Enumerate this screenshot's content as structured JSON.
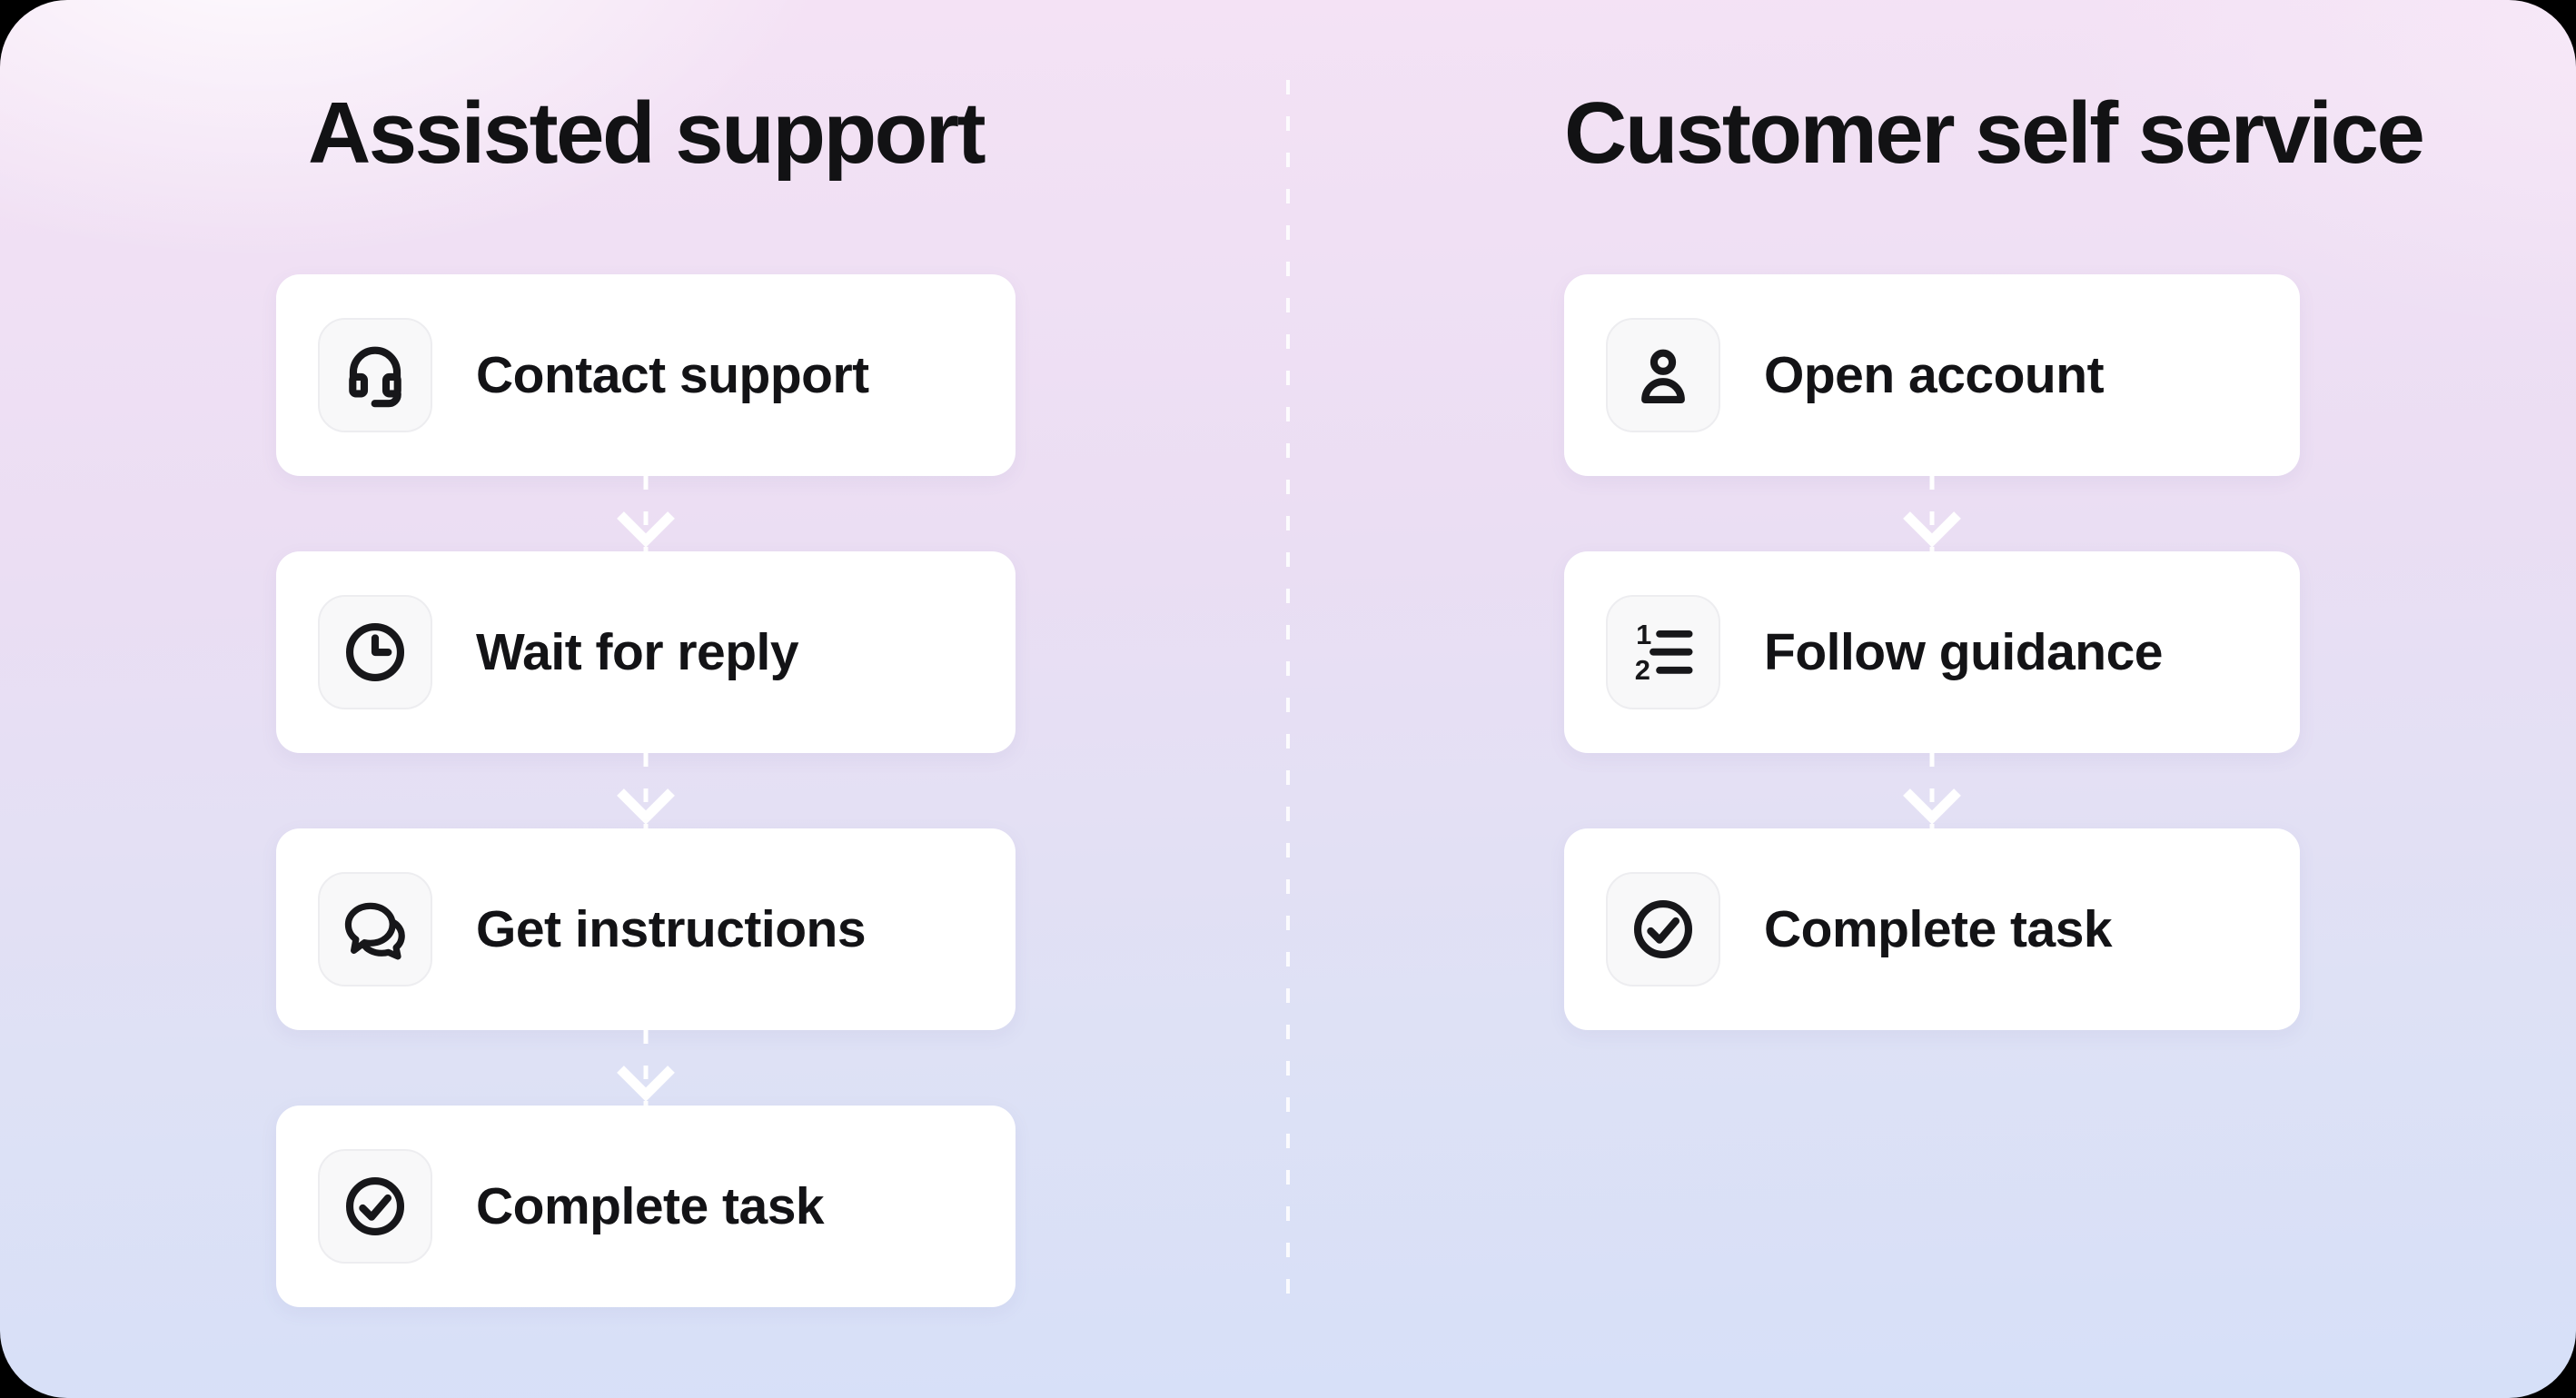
{
  "diagram": {
    "left": {
      "title": "Assisted support",
      "steps": [
        {
          "label": "Contact support",
          "icon": "headset-icon"
        },
        {
          "label": "Wait for reply",
          "icon": "clock-icon"
        },
        {
          "label": "Get instructions",
          "icon": "chat-bubbles-icon"
        },
        {
          "label": "Complete task",
          "icon": "check-circle-icon"
        }
      ]
    },
    "right": {
      "title": "Customer self service",
      "steps": [
        {
          "label": "Open account",
          "icon": "person-icon"
        },
        {
          "label": "Follow guidance",
          "icon": "numbered-list-icon",
          "icon_text": [
            "1",
            "2"
          ]
        },
        {
          "label": "Complete task",
          "icon": "check-circle-icon"
        }
      ]
    },
    "colors": {
      "frame": "#000000",
      "card_bg": "#ffffff",
      "icon_tile_bg": "#f8f8f9",
      "icon_tile_border": "#ededf0",
      "text": "#131316",
      "icon_stroke": "#17171a",
      "arrow": "#ffffff",
      "divider": "#ffffff",
      "bg_top_pink": "#f4e2f5",
      "bg_bottom_blue": "#d6e0f8"
    }
  }
}
